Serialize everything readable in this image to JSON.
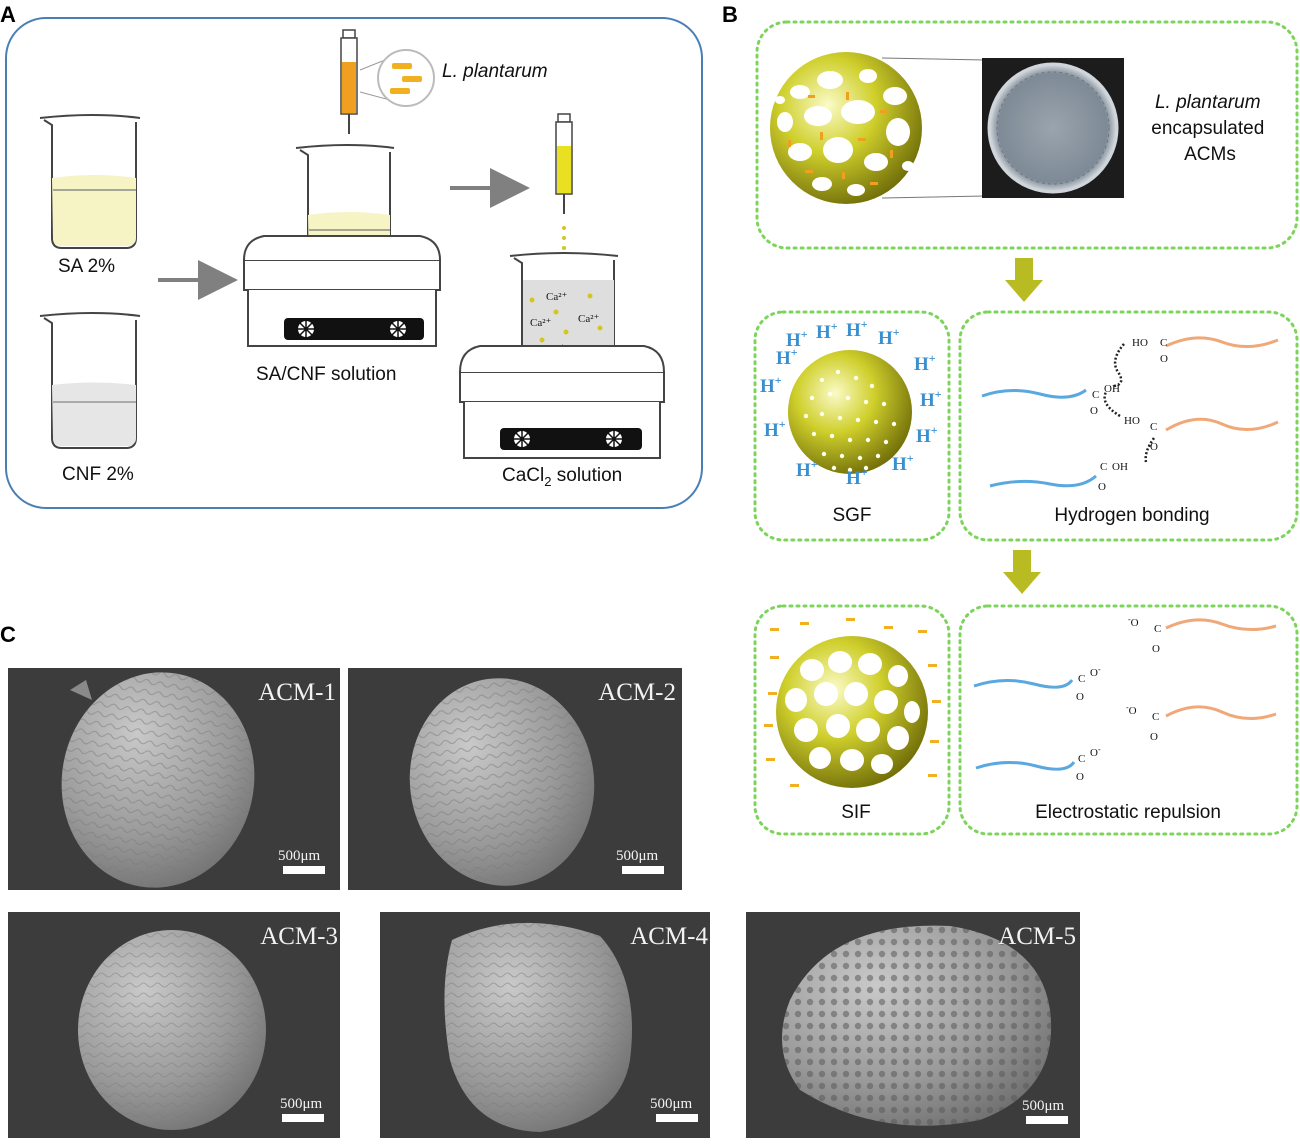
{
  "panels": {
    "a": {
      "letter": "A",
      "sa_label": "SA 2%",
      "cnf_label": "CNF 2%",
      "mix_label": "SA/CNF solution",
      "bacteria_label": "L. plantarum",
      "cacl2_label_main": "CaCl",
      "cacl2_label_sub": "2",
      "cacl2_label_tail": " solution",
      "ion_label": "Ca²⁺"
    },
    "b": {
      "letter": "B",
      "encapsulated_line1": "L. plantarum",
      "encapsulated_line2": "encapsulated",
      "encapsulated_line3": "ACMs",
      "sgf_label": "SGF",
      "sif_label": "SIF",
      "hbond_label": "Hydrogen bonding",
      "repulsion_label": "Electrostatic repulsion",
      "h_ion": "H",
      "h_sup": "+",
      "chem": {
        "ho": "HO",
        "oh": "OH",
        "c": "C",
        "o": "O",
        "o_neg": "O",
        "neg": "-"
      }
    },
    "c": {
      "letter": "C",
      "images": [
        {
          "label": "ACM-1",
          "scale": "500μm"
        },
        {
          "label": "ACM-2",
          "scale": "500μm"
        },
        {
          "label": "ACM-3",
          "scale": "500μm"
        },
        {
          "label": "ACM-4",
          "scale": "500μm"
        },
        {
          "label": "ACM-5",
          "scale": "500μm"
        }
      ]
    }
  },
  "colors": {
    "panel_a_border": "#4a7fb5",
    "dotted_green": "#7dd45a",
    "arrow_olive": "#b9bb22",
    "chain_blue": "#5aa8e0",
    "chain_orange": "#f0a878",
    "h_ion_blue": "#3a8fcf",
    "bacteria_orange": "#f0a020",
    "sem_bg": "#3c3c3c"
  }
}
